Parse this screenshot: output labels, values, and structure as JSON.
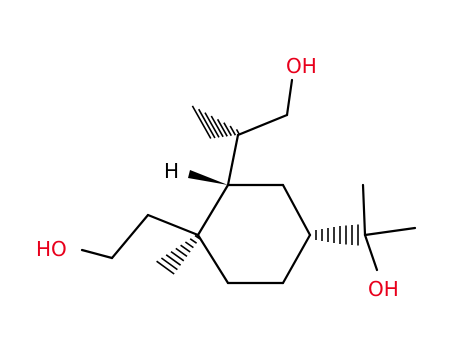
{
  "molecule": {
    "labels": {
      "oh_top": "OH",
      "oh_left": "HO",
      "oh_right": "OH",
      "h_stereo": "H"
    },
    "colors": {
      "bond": "#000000",
      "oxygen": "#e8001c",
      "hydrogen": "#000000"
    }
  }
}
